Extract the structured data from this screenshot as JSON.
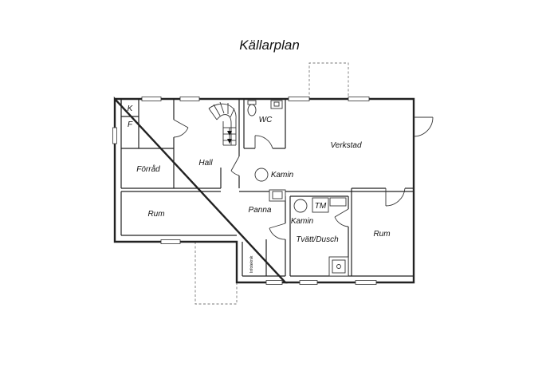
{
  "title": "Källarplan",
  "rooms": {
    "k": "K",
    "f": "F",
    "forrad": "Förråd",
    "hall": "Hall",
    "wc": "WC",
    "verkstad": "Verkstad",
    "kamin_verkstad": "Kamin",
    "rum_left": "Rum",
    "panna": "Panna",
    "kamin_tvatt": "Kamin",
    "tm": "TM",
    "tvatt": "Tvätt/Dusch",
    "rum_right": "Rum"
  },
  "watermark": "Infoteknik"
}
